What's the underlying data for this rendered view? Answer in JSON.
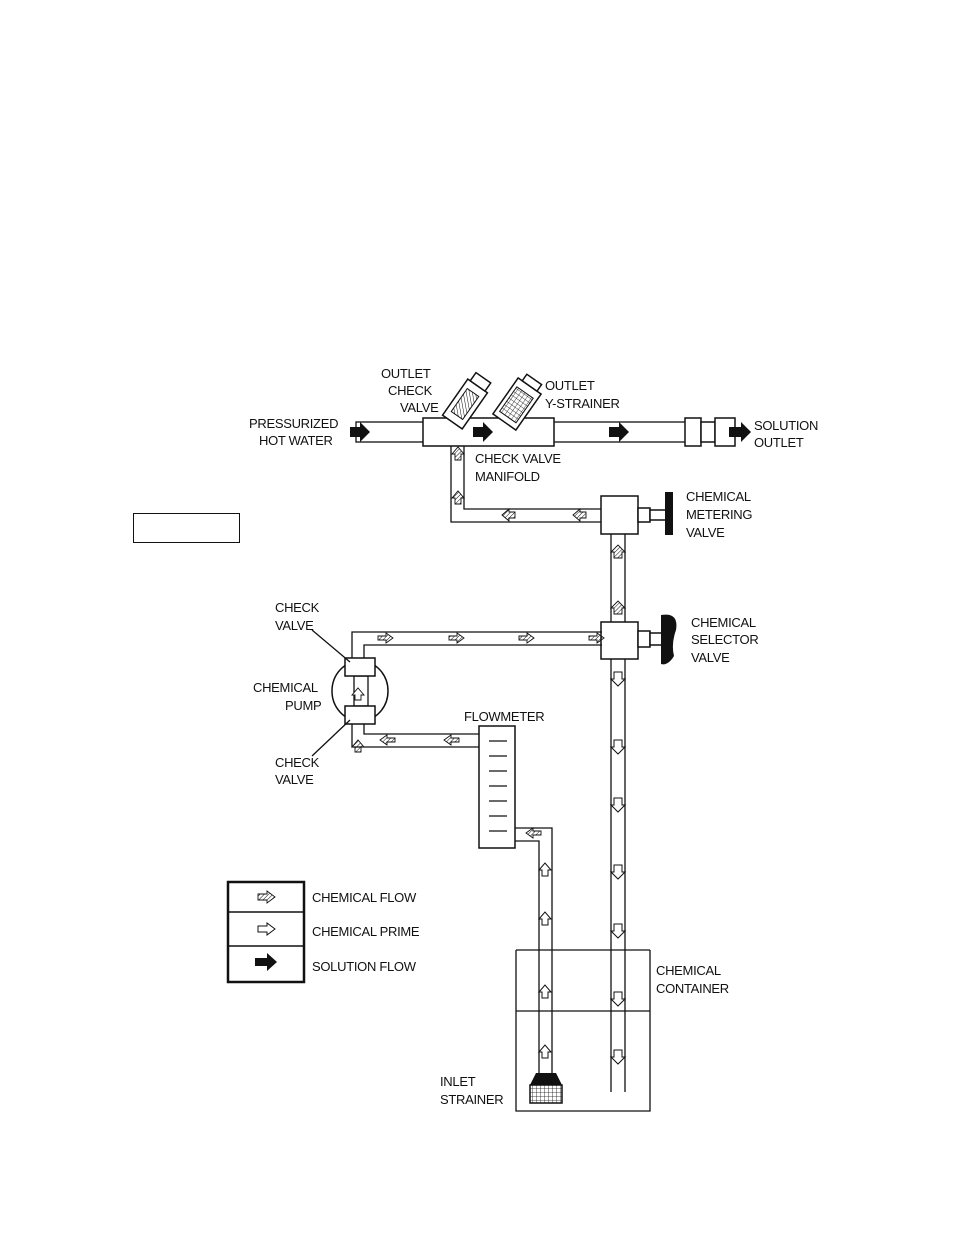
{
  "labels": {
    "pressurized_hot_water": [
      "PRESSURIZED",
      "HOT WATER"
    ],
    "outlet_check_valve": [
      "OUTLET",
      "CHECK",
      "VALVE"
    ],
    "outlet_y_strainer": [
      "OUTLET",
      "Y-STRAINER"
    ],
    "solution_outlet": [
      "SOLUTION",
      "OUTLET"
    ],
    "check_valve_manifold": [
      "CHECK VALVE",
      "MANIFOLD"
    ],
    "chemical_metering_valve": [
      "CHEMICAL",
      "METERING",
      "VALVE"
    ],
    "chemical_selector_valve": [
      "CHEMICAL",
      "SELECTOR",
      "VALVE"
    ],
    "check_valve_top": [
      "CHECK",
      "VALVE"
    ],
    "chemical_pump": [
      "CHEMICAL",
      "PUMP"
    ],
    "check_valve_bottom": [
      "CHECK",
      "VALVE"
    ],
    "flowmeter": "FLOWMETER",
    "chemical_container": [
      "CHEMICAL",
      "CONTAINER"
    ],
    "inlet_strainer": [
      "INLET",
      "STRAINER"
    ]
  },
  "legend": {
    "items": [
      {
        "label": "CHEMICAL FLOW",
        "icon": "hatched-arrow-icon"
      },
      {
        "label": "CHEMICAL PRIME",
        "icon": "outline-arrow-icon"
      },
      {
        "label": "SOLUTION FLOW",
        "icon": "solid-arrow-icon"
      }
    ]
  },
  "colors": {
    "ink": "#111111",
    "background": "#ffffff"
  }
}
